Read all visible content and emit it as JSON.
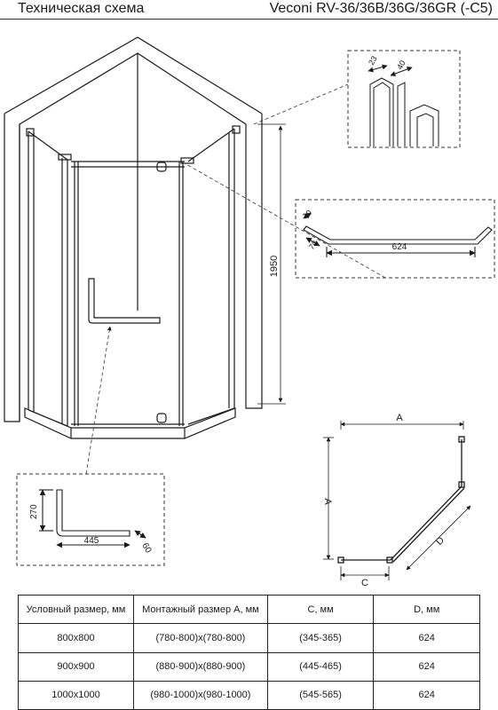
{
  "header": {
    "left_title": "Техническая схема",
    "right_title": "Veconi RV-36/36B/36G/36GR (-C5)"
  },
  "drawing": {
    "height_label": "1950",
    "profile_dim_a": "23",
    "profile_dim_b": "40",
    "glass_dim_top": "10",
    "glass_dim_short": "70",
    "glass_dim_long": "624",
    "handle_dim_height": "270",
    "handle_dim_width": "445",
    "handle_dim_depth": "60",
    "plan_dim_a_top": "A",
    "plan_dim_a_side": "A",
    "plan_dim_c": "C",
    "plan_dim_d": "D"
  },
  "table": {
    "headers": [
      "Условный размер, мм",
      "Монтажный размер A, мм",
      "C, мм",
      "D, мм"
    ],
    "rows": [
      [
        "800х800",
        "(780-800)х(780-800)",
        "(345-365)",
        "624"
      ],
      [
        "900х900",
        "(880-900)х(880-900)",
        "(445-465)",
        "624"
      ],
      [
        "1000х1000",
        "(980-1000)х(980-1000)",
        "(545-565)",
        "624"
      ]
    ]
  },
  "colors": {
    "line": "#1a1a1a",
    "dash": "#333333"
  }
}
